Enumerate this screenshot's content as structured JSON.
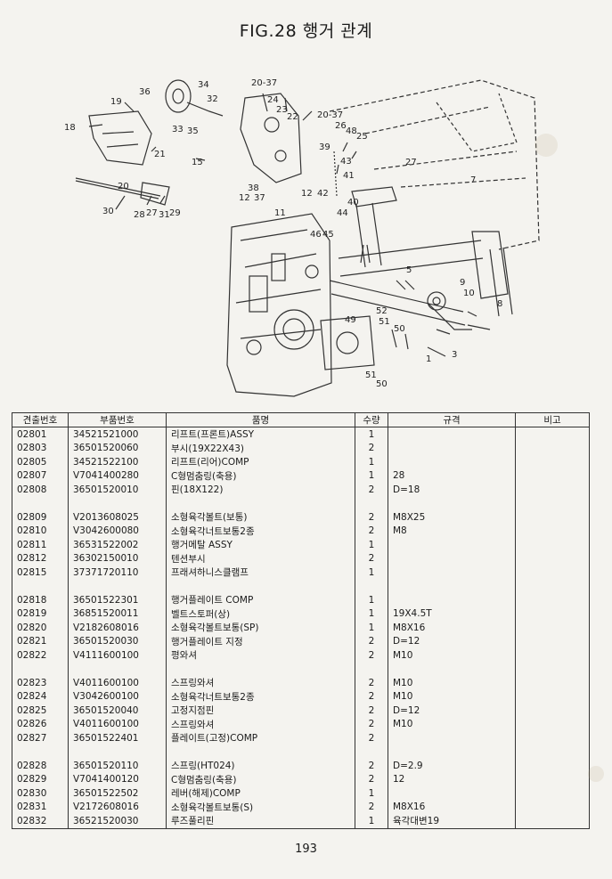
{
  "page": {
    "title": "FIG.28 행거 관계",
    "page_number": "193"
  },
  "diagram_labels": [
    "36",
    "34",
    "32",
    "33",
    "35",
    "19",
    "18",
    "21",
    "15",
    "20",
    "30",
    "28",
    "27",
    "31",
    "29",
    "20-37",
    "24",
    "23",
    "22",
    "20-37",
    "26",
    "48",
    "25",
    "39",
    "43",
    "27",
    "41",
    "42",
    "40",
    "44",
    "38",
    "12",
    "37",
    "12",
    "11",
    "46",
    "45",
    "7",
    "5",
    "9",
    "10",
    "8",
    "49",
    "52",
    "51",
    "50",
    "3",
    "1",
    "51",
    "50"
  ],
  "table": {
    "headers": [
      "견출번호",
      "부품번호",
      "품명",
      "수량",
      "규격",
      "비고"
    ],
    "groups": [
      [
        {
          "ref": "02801",
          "part": "34521521000",
          "name": "리프트(프론트)ASSY",
          "qty": "1",
          "spec": ""
        },
        {
          "ref": "02803",
          "part": "36501520060",
          "name": "부시(19X22X43)",
          "qty": "2",
          "spec": ""
        },
        {
          "ref": "02805",
          "part": "34521522100",
          "name": "리프트(리어)COMP",
          "qty": "1",
          "spec": ""
        },
        {
          "ref": "02807",
          "part": "V7041400280",
          "name": "C형멈춤링(축용)",
          "qty": "1",
          "spec": "28"
        },
        {
          "ref": "02808",
          "part": "36501520010",
          "name": "핀(18X122)",
          "qty": "2",
          "spec": "D=18"
        }
      ],
      [
        {
          "ref": "02809",
          "part": "V2013608025",
          "name": "소형육각볼트(보통)",
          "qty": "2",
          "spec": "M8X25"
        },
        {
          "ref": "02810",
          "part": "V3042600080",
          "name": "소형육각너트보통2종",
          "qty": "2",
          "spec": "M8"
        },
        {
          "ref": "02811",
          "part": "36531522002",
          "name": "행거메탈 ASSY",
          "qty": "1",
          "spec": ""
        },
        {
          "ref": "02812",
          "part": "36302150010",
          "name": "텐션부시",
          "qty": "2",
          "spec": ""
        },
        {
          "ref": "02815",
          "part": "37371720110",
          "name": "프래셔하니스클램프",
          "qty": "1",
          "spec": ""
        }
      ],
      [
        {
          "ref": "02818",
          "part": "36501522301",
          "name": "행거플레이트 COMP",
          "qty": "1",
          "spec": ""
        },
        {
          "ref": "02819",
          "part": "36851520011",
          "name": "벨트스토퍼(상)",
          "qty": "1",
          "spec": "19X4.5T"
        },
        {
          "ref": "02820",
          "part": "V2182608016",
          "name": "소형육각볼트보통(SP)",
          "qty": "1",
          "spec": "M8X16"
        },
        {
          "ref": "02821",
          "part": "36501520030",
          "name": "행거플레이트 지정",
          "qty": "2",
          "spec": "D=12"
        },
        {
          "ref": "02822",
          "part": "V4111600100",
          "name": "평와셔",
          "qty": "2",
          "spec": "M10"
        }
      ],
      [
        {
          "ref": "02823",
          "part": "V4011600100",
          "name": "스프링와셔",
          "qty": "2",
          "spec": "M10"
        },
        {
          "ref": "02824",
          "part": "V3042600100",
          "name": "소형육각너트보통2종",
          "qty": "2",
          "spec": "M10"
        },
        {
          "ref": "02825",
          "part": "36501520040",
          "name": "고정지점핀",
          "qty": "2",
          "spec": "D=12"
        },
        {
          "ref": "02826",
          "part": "V4011600100",
          "name": "스프링와셔",
          "qty": "2",
          "spec": "M10"
        },
        {
          "ref": "02827",
          "part": "36501522401",
          "name": "플레이트(고정)COMP",
          "qty": "2",
          "spec": ""
        }
      ],
      [
        {
          "ref": "02828",
          "part": "36501520110",
          "name": "스프링(HT024)",
          "qty": "2",
          "spec": "D=2.9"
        },
        {
          "ref": "02829",
          "part": "V7041400120",
          "name": "C형멈춤링(축용)",
          "qty": "2",
          "spec": "12"
        },
        {
          "ref": "02830",
          "part": "36501522502",
          "name": "레버(해제)COMP",
          "qty": "1",
          "spec": ""
        },
        {
          "ref": "02831",
          "part": "V2172608016",
          "name": "소형육각볼트보통(S)",
          "qty": "2",
          "spec": "M8X16"
        },
        {
          "ref": "02832",
          "part": "36521520030",
          "name": "루즈풀리핀",
          "qty": "1",
          "spec": "육각대변19"
        }
      ]
    ]
  }
}
